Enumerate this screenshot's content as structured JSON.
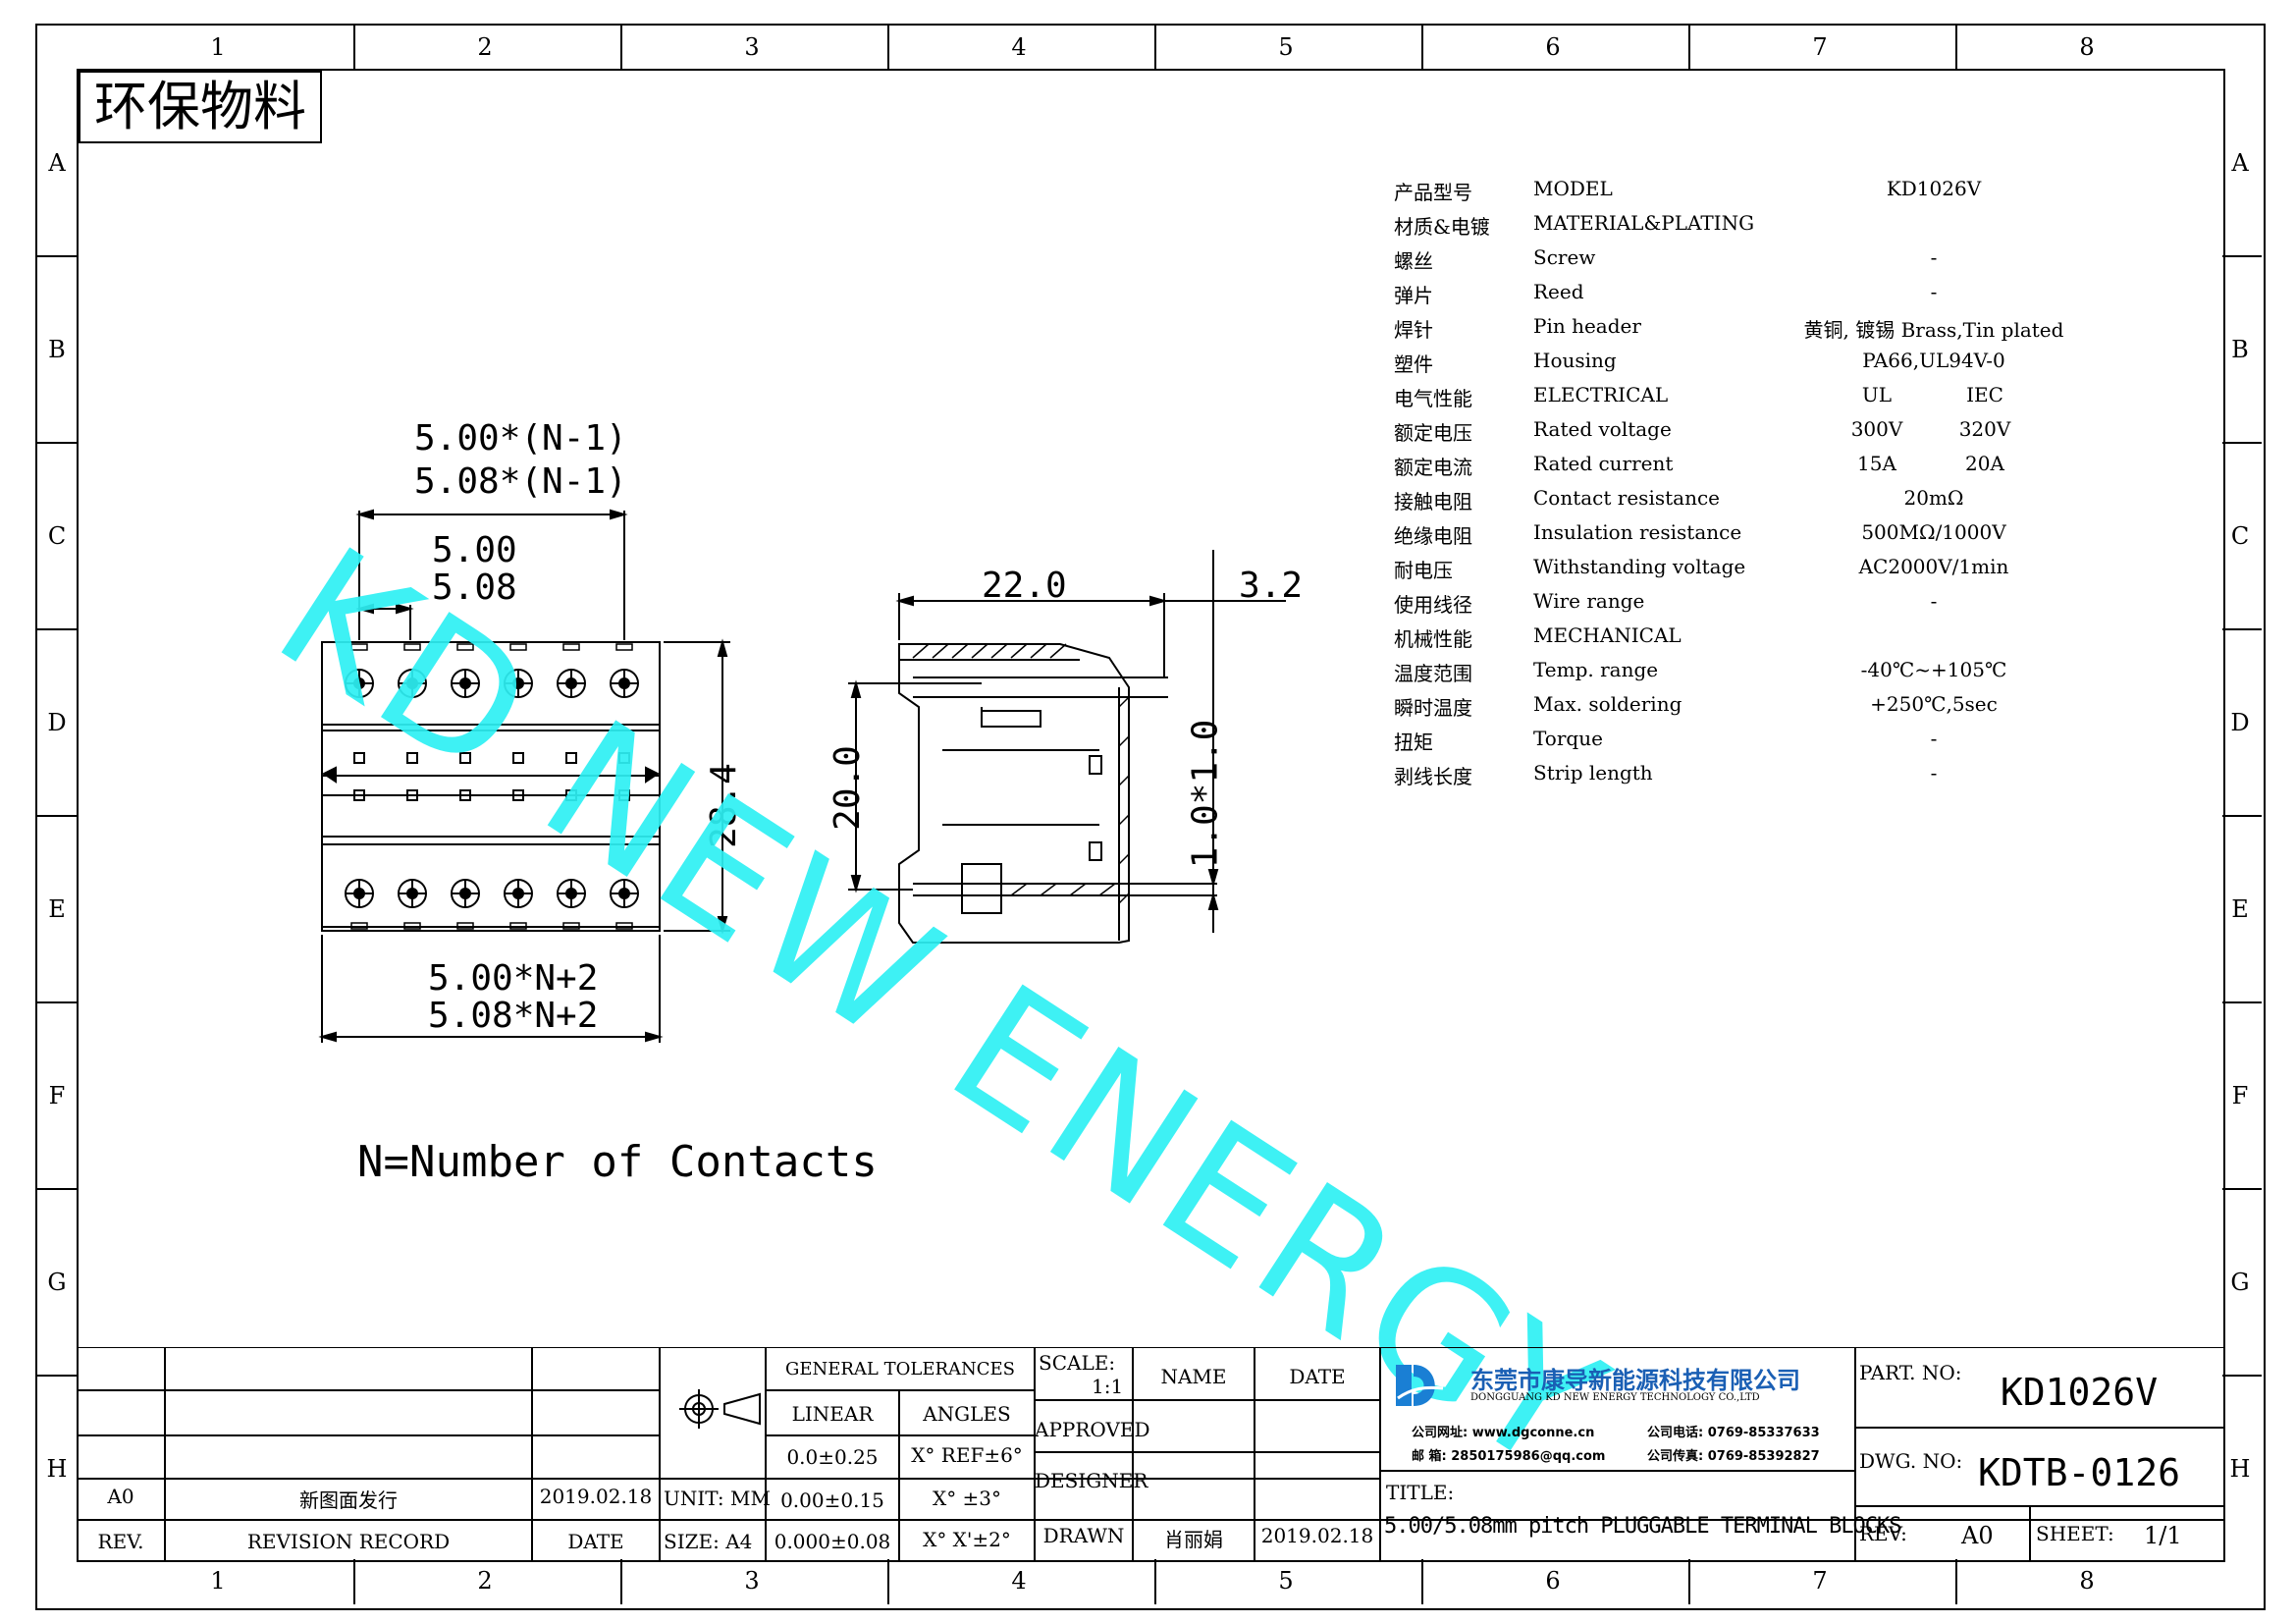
{
  "eco_label": "环保物料",
  "zones": {
    "cols": [
      "1",
      "2",
      "3",
      "4",
      "5",
      "6",
      "7",
      "8"
    ],
    "rows": [
      "A",
      "B",
      "C",
      "D",
      "E",
      "F",
      "G",
      "H"
    ]
  },
  "watermark": "KD NEW ENERGY",
  "front_view": {
    "dim_top_1": "5.00*(N-1)",
    "dim_top_2": "5.08*(N-1)",
    "pitch_1": "5.00",
    "pitch_2": "5.08",
    "height": "28.4",
    "width_1": "5.00*N+2",
    "width_2": "5.08*N+2",
    "contacts_per_row": 6
  },
  "side_view": {
    "depth": "22.0",
    "pin_ext": "3.2",
    "height": "20.0",
    "pin_size": "1.0*1.0"
  },
  "note": "N=Number of Contacts",
  "specs": [
    {
      "cn": "产品型号",
      "en": "MODEL",
      "v1": "KD1026V",
      "v2": ""
    },
    {
      "cn": "材质&电镀",
      "en": "MATERIAL&PLATING",
      "v1": "",
      "v2": ""
    },
    {
      "cn": "螺丝",
      "en": "Screw",
      "v1": "-",
      "v2": ""
    },
    {
      "cn": "弹片",
      "en": "Reed",
      "v1": "-",
      "v2": ""
    },
    {
      "cn": "焊针",
      "en": "Pin header",
      "v1": "黄铜, 镀锡 Brass,Tin plated",
      "v2": ""
    },
    {
      "cn": "塑件",
      "en": "Housing",
      "v1": "PA66,UL94V-0",
      "v2": ""
    },
    {
      "cn": "电气性能",
      "en": "ELECTRICAL",
      "v1": "UL",
      "v2": "IEC"
    },
    {
      "cn": "额定电压",
      "en": "Rated voltage",
      "v1": "300V",
      "v2": "320V"
    },
    {
      "cn": "额定电流",
      "en": "Rated current",
      "v1": "15A",
      "v2": "20A"
    },
    {
      "cn": "接触电阻",
      "en": "Contact resistance",
      "v1": "20mΩ",
      "v2": ""
    },
    {
      "cn": "绝缘电阻",
      "en": "Insulation resistance",
      "v1": "500MΩ/1000V",
      "v2": ""
    },
    {
      "cn": "耐电压",
      "en": "Withstanding voltage",
      "v1": "AC2000V/1min",
      "v2": ""
    },
    {
      "cn": "使用线径",
      "en": "Wire range",
      "v1": "-",
      "v2": ""
    },
    {
      "cn": "机械性能",
      "en": "MECHANICAL",
      "v1": "",
      "v2": ""
    },
    {
      "cn": "温度范围",
      "en": "Temp. range",
      "v1": "-40℃~+105℃",
      "v2": ""
    },
    {
      "cn": "瞬时温度",
      "en": "Max. soldering",
      "v1": "+250℃,5sec",
      "v2": ""
    },
    {
      "cn": "扭矩",
      "en": "Torque",
      "v1": "-",
      "v2": ""
    },
    {
      "cn": "剥线长度",
      "en": "Strip length",
      "v1": "-",
      "v2": ""
    }
  ],
  "title_block": {
    "rev_code": "A0",
    "rev_record": "新图面发行",
    "rev_date": "2019.02.18",
    "rev_label": "REV.",
    "record_label": "REVISION RECORD",
    "date_label": "DATE",
    "unit": "UNIT: MM",
    "size": "SIZE: A4",
    "general_tol": "GENERAL TOLERANCES",
    "linear": "LINEAR",
    "angles": "ANGLES",
    "tol_l1": "0.0±0.25",
    "tol_l2": "0.00±0.15",
    "tol_l3": "0.000±0.08",
    "tol_a1": "X° REF±6°",
    "tol_a2": "X° ±3°",
    "tol_a3": "X° X'±2°",
    "scale_label": "SCALE:",
    "scale": "1:1",
    "name_label": "NAME",
    "date_col": "DATE",
    "approved": "APPROVED",
    "designer": "DESIGNER",
    "drawn": "DRAWN",
    "drawn_name": "肖丽娟",
    "drawn_date": "2019.02.18",
    "company_cn": "东莞市康导新能源科技有限公司",
    "company_en": "DONGGUANG KD NEW ENERGY TECHNOLOGY CO.,LTD",
    "website": "公司网址: www.dgconne.cn",
    "phone": "公司电话: 0769-85337633",
    "email": "邮    箱: 2850175986@qq.com",
    "fax": "公司传真: 0769-85392827",
    "title_label": "TITLE:",
    "title": "5.00/5.08mm pitch PLUGGABLE TERMINAL BLOCKS",
    "part_label": "PART. NO:",
    "part_no": "KD1026V",
    "dwg_label": "DWG. NO:",
    "dwg_no": "KDTB-0126",
    "rev2_label": "REV:",
    "rev2": "A0",
    "sheet_label": "SHEET:",
    "sheet": "1/1"
  },
  "colors": {
    "watermark": "#2ef0f4",
    "logo": "#1a7fd4"
  }
}
